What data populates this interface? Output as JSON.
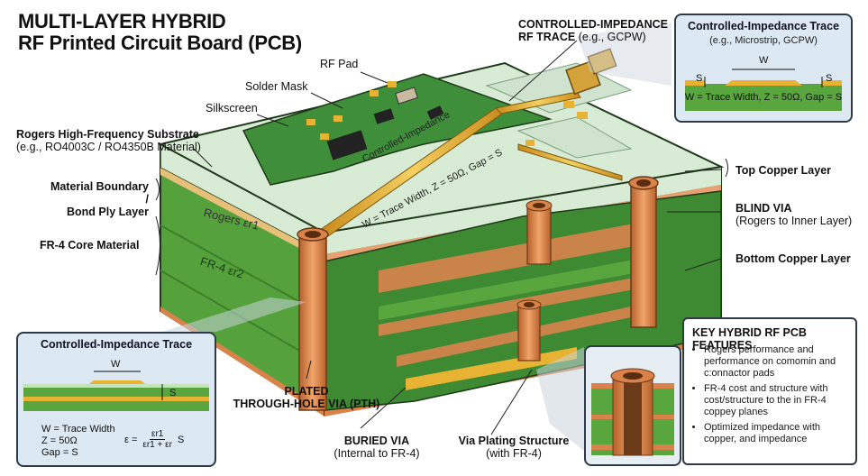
{
  "title": {
    "line1": "MULTI-LAYER HYBRID",
    "line2": "RF Printed Circuit Board (PCB)"
  },
  "labels": {
    "rf_pad": "RF Pad",
    "solder_mask": "Solder Mask",
    "silkscreen": "Silkscreen",
    "rogers_substrate": "Rogers High-Frequency Substrate",
    "rogers_substrate_sub": "(e.g., RO4003C / RO4350B Material)",
    "material_boundary_1": "Material Boundary /",
    "material_boundary_2": "Bond Ply Layer",
    "fr4_core": "FR-4 Core Material",
    "ci_rf_trace_1": "CONTROLLED-IMPEDANCE",
    "ci_rf_trace_2": "RF TRACE",
    "ci_rf_trace_sub": "(e.g., GCPW)",
    "top_copper": "Top Copper Layer",
    "blind_via": "BLIND VIA",
    "blind_via_sub": "(Rogers to Inner Layer)",
    "bottom_copper": "Bottom Copper Layer",
    "pth_1": "PLATED",
    "pth_2": "THROUGH-HOLE VIA (PTH)",
    "buried_via": "BURIED VIA",
    "buried_via_sub": "(Internal to FR-4)",
    "via_plating": "Via Plating Structure",
    "via_plating_sub": "(with FR-4)",
    "on_board_ci": "Controlled-Impedance",
    "on_board_formula": "W = Trace Width, Z = 50Ω, Gap = S",
    "rogers_er1": "Rogers εr1",
    "fr4_er2": "FR-4 εr2"
  },
  "top_panel": {
    "title": "Controlled-Impedance Trace",
    "subtitle": "(e.g., Microstrip, GCPW)",
    "w": "W",
    "s_left": "S",
    "s_right": "S",
    "formula": "W = Trace Width, Z = 50Ω, Gap = S"
  },
  "bottom_panel": {
    "title": "Controlled-Impedance Trace",
    "w": "W",
    "s": "S",
    "line1": "W = Trace Width",
    "line2": "Z = 50Ω",
    "line3": "Gap = S",
    "eps_lhs": "ε =",
    "eps_num": "εr1",
    "eps_den": "εr1 + εr",
    "eps_rhs": "S"
  },
  "features": {
    "title": "KEY HYBRID RF PCB FEATURES",
    "items": [
      "Rogers performance and performance on comomin and c:onnactor pads",
      "FR-4 cost and structure with cost/structure to the in FR-4 coppey planes",
      "Optimized impedance with copper, and impedance"
    ]
  },
  "colors": {
    "mask_green": "#3f8f3a",
    "fr4_green": "#5aa63e",
    "rogers": "#d8ebd4",
    "copper": "#d9824a",
    "gold": "#e8b332",
    "panel_bg": "#dce9f3"
  }
}
